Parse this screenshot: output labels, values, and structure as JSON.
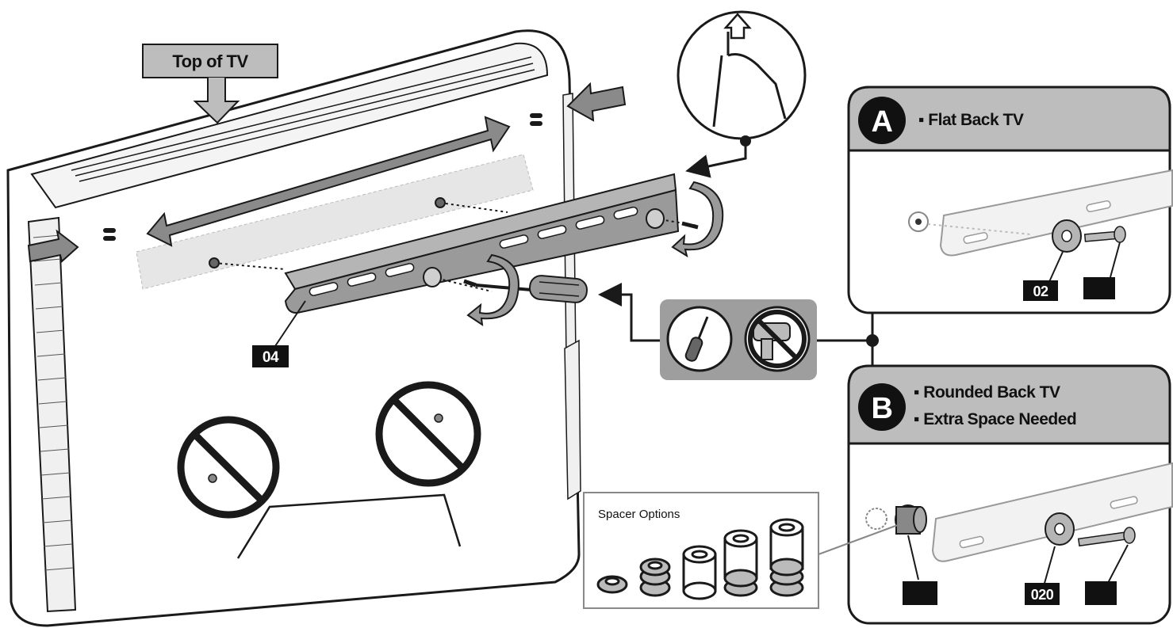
{
  "labels": {
    "top_of_tv": "Top of TV",
    "part_04": "04",
    "part_02_a": "02",
    "part_02_b": "020",
    "spacer_options": "Spacer Options"
  },
  "panel_a": {
    "letter": "A",
    "line1": "▪ Flat Back TV"
  },
  "panel_b": {
    "letter": "B",
    "line1": "▪ Rounded Back TV",
    "line2": "▪ Extra Space Needed"
  },
  "colors": {
    "ink": "#1a1a1a",
    "panel_header": "#bdbdbd",
    "badge": "#111111",
    "shade": "#9a9a9a",
    "tool_box": "#9e9e9e"
  }
}
